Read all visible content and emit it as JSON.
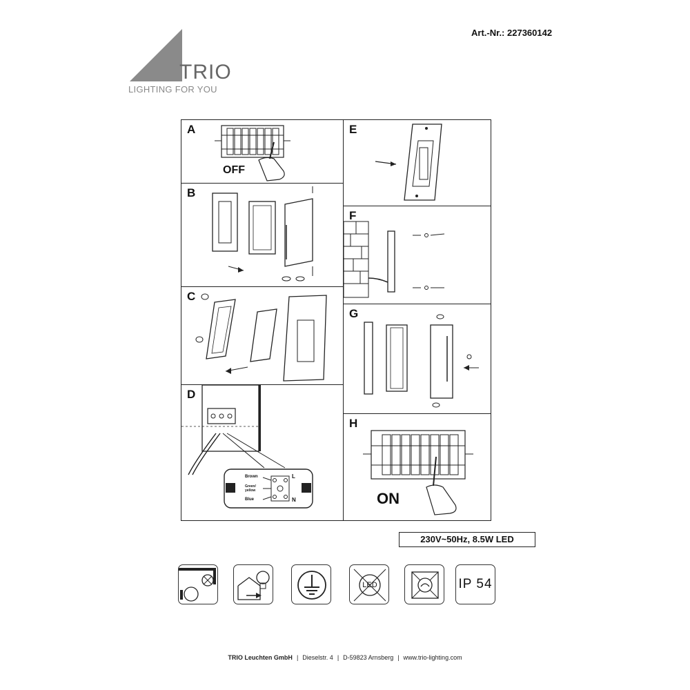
{
  "brand": {
    "name": "TRIO",
    "tagline": "LIGHTING FOR YOU"
  },
  "article": "Art.-Nr.: 227360142",
  "panels": {
    "A": {
      "label": "A",
      "text": "OFF"
    },
    "B": {
      "label": "B"
    },
    "C": {
      "label": "C"
    },
    "D": {
      "label": "D",
      "wire_brown": "Brown",
      "wire_earth": "Green/ yellow",
      "wire_blue": "Blue",
      "term_L": "L",
      "term_N": "N"
    },
    "E": {
      "label": "E"
    },
    "F": {
      "label": "F"
    },
    "G": {
      "label": "G"
    },
    "H": {
      "label": "H",
      "text": "ON"
    }
  },
  "spec": "230V~50Hz, 8.5W LED",
  "icons": [
    {
      "name": "class-ii-fitting-icon"
    },
    {
      "name": "replaceable-bulb-icon"
    },
    {
      "name": "protective-earth-icon"
    },
    {
      "name": "led-not-replaceable-icon",
      "text": "LED"
    },
    {
      "name": "no-dimmer-icon"
    },
    {
      "name": "ip-rating-icon",
      "text": "IP 54"
    }
  ],
  "footer": {
    "company": "TRIO Leuchten GmbH",
    "street": "Dieselstr. 4",
    "city": "D-59823 Arnsberg",
    "web": "www.trio-lighting.com"
  }
}
